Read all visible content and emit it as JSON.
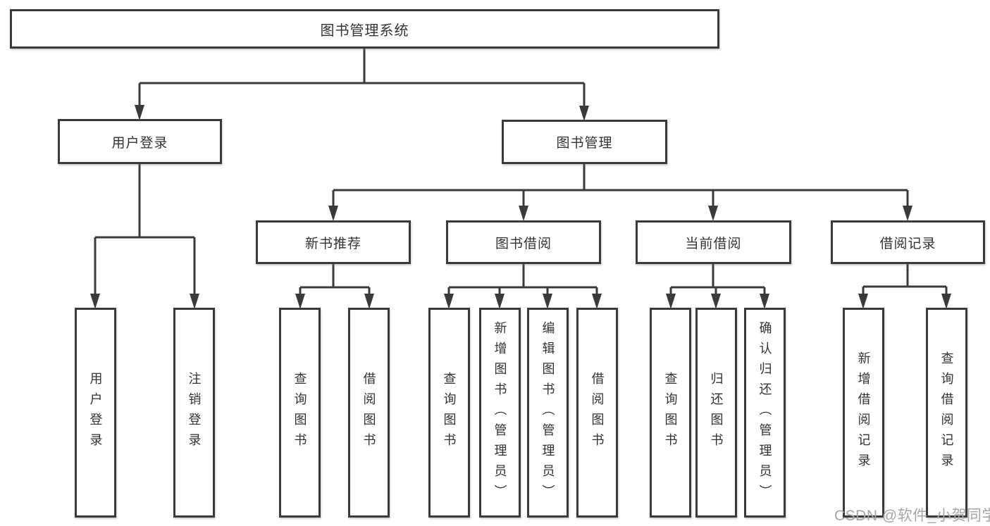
{
  "tree": {
    "root": {
      "label": "图书管理系统",
      "children": [
        {
          "label": "用户登录",
          "children": [
            {
              "label": "用户登录"
            },
            {
              "label": "注销登录"
            }
          ]
        },
        {
          "label": "图书管理",
          "children": [
            {
              "label": "新书推荐",
              "children": [
                {
                  "label": "查询图书"
                },
                {
                  "label": "借阅图书"
                }
              ]
            },
            {
              "label": "图书借阅",
              "children": [
                {
                  "label": "查询图书"
                },
                {
                  "label": "新增图书（管理员）"
                },
                {
                  "label": "编辑图书（管理员）"
                },
                {
                  "label": "借阅图书"
                }
              ]
            },
            {
              "label": "当前借阅",
              "children": [
                {
                  "label": "查询图书"
                },
                {
                  "label": "归还图书"
                },
                {
                  "label": "确认归还（管理员）"
                }
              ]
            },
            {
              "label": "借阅记录",
              "children": [
                {
                  "label": "新增借阅记录"
                },
                {
                  "label": "查询借阅记录"
                }
              ]
            }
          ]
        }
      ]
    }
  },
  "watermark": "CSDN @软件_小贺同学",
  "colors": {
    "line": "#3a3a3a",
    "text": "#333333",
    "watermark": "#a6a6a6",
    "background": "#ffffff"
  }
}
